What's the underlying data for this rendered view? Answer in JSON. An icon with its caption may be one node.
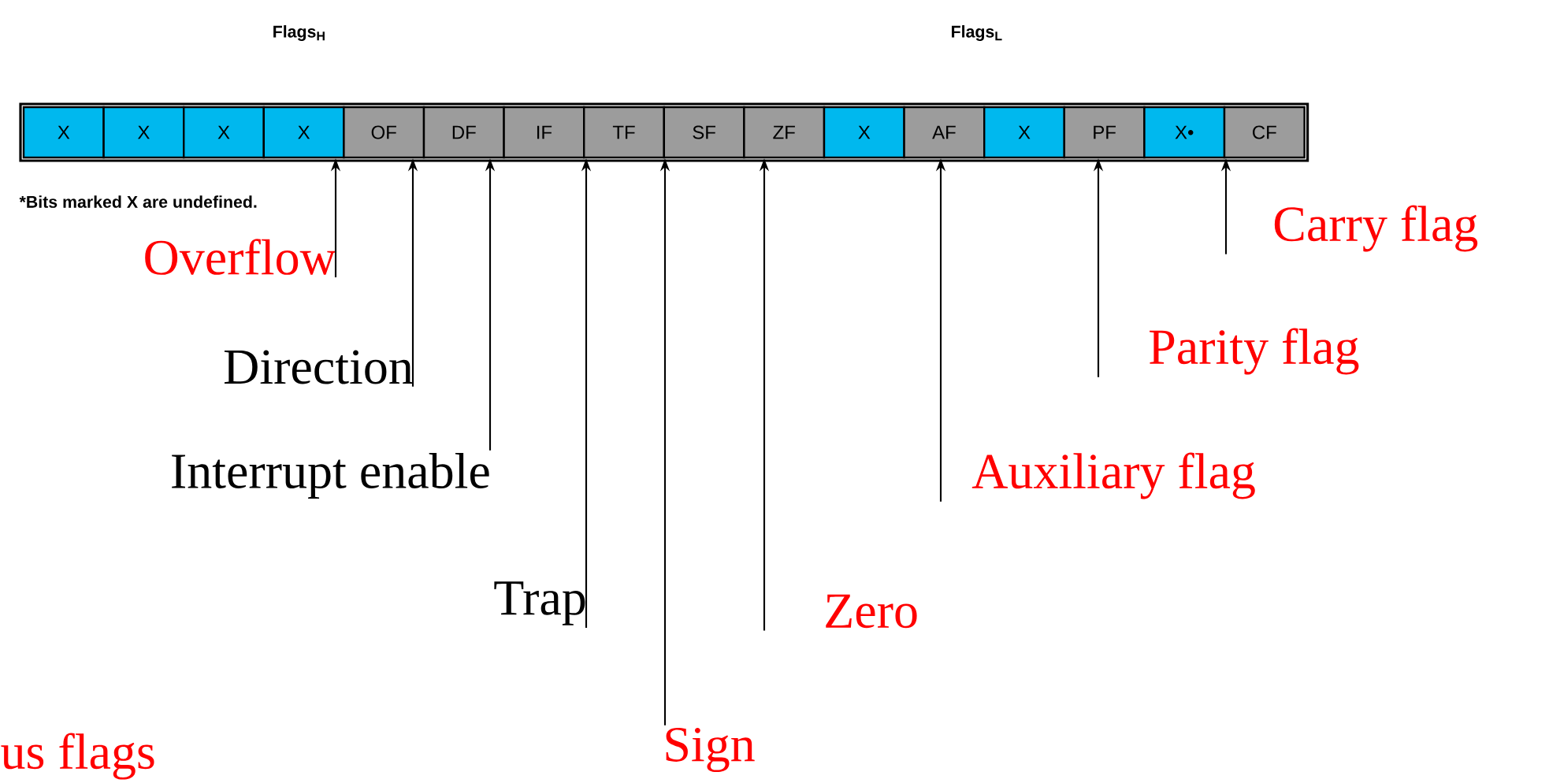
{
  "diagram": {
    "nodes": [
      {
        "text": [
          "X"
        ]
      },
      {
        "text": [
          "X"
        ]
      },
      {
        "text": [
          "X"
        ]
      },
      {
        "text": [
          "X"
        ]
      },
      {
        "text": [
          "OF"
        ]
      },
      {
        "text": [
          "DF"
        ]
      },
      {
        "text": [
          "IF"
        ]
      },
      {
        "text": [
          "TF"
        ]
      },
      {
        "text": [
          "SF"
        ]
      },
      {
        "text": [
          "ZF"
        ]
      },
      {
        "text": [
          "X"
        ]
      },
      {
        "text": [
          "AF"
        ]
      },
      {
        "text": [
          "X"
        ]
      },
      {
        "text": [
          "PF"
        ]
      },
      {
        "text": [
          "X•"
        ]
      },
      {
        "text": [
          "CF"
        ]
      },
      {
        "text": [
          "Overflow"
        ]
      },
      {
        "text": [
          "Direction"
        ]
      },
      {
        "text": [
          "Interrupt enable"
        ]
      },
      {
        "text": [
          "Trap"
        ]
      },
      {
        "text": [
          "Sign"
        ]
      },
      {
        "text": [
          "Zero"
        ]
      },
      {
        "text": [
          "Auxiliary flag"
        ]
      },
      {
        "text": [
          "Parity flag"
        ]
      },
      {
        "text": [
          "Carry flag"
        ]
      }
    ],
    "edges": [
      {
        "from": 16,
        "to": 4,
        "arrow": "to"
      },
      {
        "from": 17,
        "to": 5,
        "arrow": "to"
      },
      {
        "from": 18,
        "to": 6,
        "arrow": "to"
      },
      {
        "from": 19,
        "to": 7,
        "arrow": "to"
      },
      {
        "from": 20,
        "to": 8,
        "arrow": "to"
      },
      {
        "from": 21,
        "to": 9,
        "arrow": "to"
      },
      {
        "from": 22,
        "to": 11,
        "arrow": "to"
      },
      {
        "from": 23,
        "to": 13,
        "arrow": "to"
      },
      {
        "from": 24,
        "to": 15,
        "arrow": "to"
      }
    ],
    "labels": [
      "Flags$_{H}$",
      "Flags$_{L}$",
      "*Bits marked X are undefined.",
      "us flags"
    ]
  }
}
